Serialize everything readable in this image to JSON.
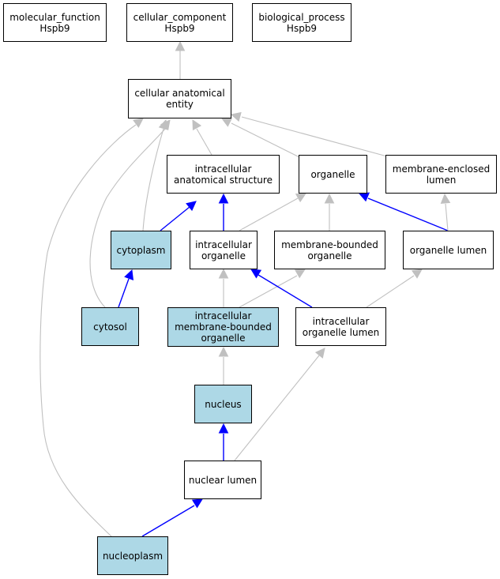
{
  "colors": {
    "highlight": "#add8e6",
    "part_of_edge": "#0000ff",
    "is_a_edge": "#c0c0c0"
  },
  "nodes": [
    {
      "id": "mf",
      "lines": [
        "molecular_function",
        "Hspb9"
      ],
      "highlighted": false
    },
    {
      "id": "cc",
      "lines": [
        "cellular_component",
        "Hspb9"
      ],
      "highlighted": false
    },
    {
      "id": "bp",
      "lines": [
        "biological_process",
        "Hspb9"
      ],
      "highlighted": false
    },
    {
      "id": "cae",
      "lines": [
        "cellular anatomical",
        "entity"
      ],
      "highlighted": false
    },
    {
      "id": "ias",
      "lines": [
        "intracellular",
        "anatomical structure"
      ],
      "highlighted": false
    },
    {
      "id": "org",
      "lines": [
        "organelle"
      ],
      "highlighted": false
    },
    {
      "id": "mel",
      "lines": [
        "membrane-enclosed",
        "lumen"
      ],
      "highlighted": false
    },
    {
      "id": "cyto",
      "lines": [
        "cytoplasm"
      ],
      "highlighted": true
    },
    {
      "id": "io",
      "lines": [
        "intracellular",
        "organelle"
      ],
      "highlighted": false
    },
    {
      "id": "mbo",
      "lines": [
        "membrane-bounded",
        "organelle"
      ],
      "highlighted": false
    },
    {
      "id": "ol",
      "lines": [
        "organelle lumen"
      ],
      "highlighted": false
    },
    {
      "id": "cytosol",
      "lines": [
        "cytosol"
      ],
      "highlighted": true
    },
    {
      "id": "imbo",
      "lines": [
        "intracellular",
        "membrane-bounded",
        "organelle"
      ],
      "highlighted": true
    },
    {
      "id": "iol",
      "lines": [
        "intracellular",
        "organelle lumen"
      ],
      "highlighted": false
    },
    {
      "id": "nucleus",
      "lines": [
        "nucleus"
      ],
      "highlighted": true
    },
    {
      "id": "nl",
      "lines": [
        "nuclear lumen"
      ],
      "highlighted": false
    },
    {
      "id": "np",
      "lines": [
        "nucleoplasm"
      ],
      "highlighted": true
    }
  ],
  "edges": [
    {
      "from": "cae",
      "to": "cc",
      "type": "is_a"
    },
    {
      "from": "ias",
      "to": "cae",
      "type": "is_a"
    },
    {
      "from": "org",
      "to": "cae",
      "type": "is_a"
    },
    {
      "from": "mel",
      "to": "cae",
      "type": "is_a"
    },
    {
      "from": "cyto",
      "to": "cae",
      "type": "is_a"
    },
    {
      "from": "cytosol",
      "to": "cae",
      "type": "is_a"
    },
    {
      "from": "np",
      "to": "cae",
      "type": "is_a"
    },
    {
      "from": "cyto",
      "to": "ias",
      "type": "part_of"
    },
    {
      "from": "io",
      "to": "ias",
      "type": "part_of"
    },
    {
      "from": "io",
      "to": "org",
      "type": "is_a"
    },
    {
      "from": "mbo",
      "to": "org",
      "type": "is_a"
    },
    {
      "from": "ol",
      "to": "org",
      "type": "part_of"
    },
    {
      "from": "ol",
      "to": "mel",
      "type": "is_a"
    },
    {
      "from": "cytosol",
      "to": "cyto",
      "type": "part_of"
    },
    {
      "from": "imbo",
      "to": "io",
      "type": "is_a"
    },
    {
      "from": "imbo",
      "to": "mbo",
      "type": "is_a"
    },
    {
      "from": "iol",
      "to": "io",
      "type": "part_of"
    },
    {
      "from": "iol",
      "to": "ol",
      "type": "is_a"
    },
    {
      "from": "nucleus",
      "to": "imbo",
      "type": "is_a"
    },
    {
      "from": "nl",
      "to": "iol",
      "type": "is_a"
    },
    {
      "from": "nl",
      "to": "nucleus",
      "type": "part_of"
    },
    {
      "from": "np",
      "to": "nl",
      "type": "part_of"
    }
  ]
}
